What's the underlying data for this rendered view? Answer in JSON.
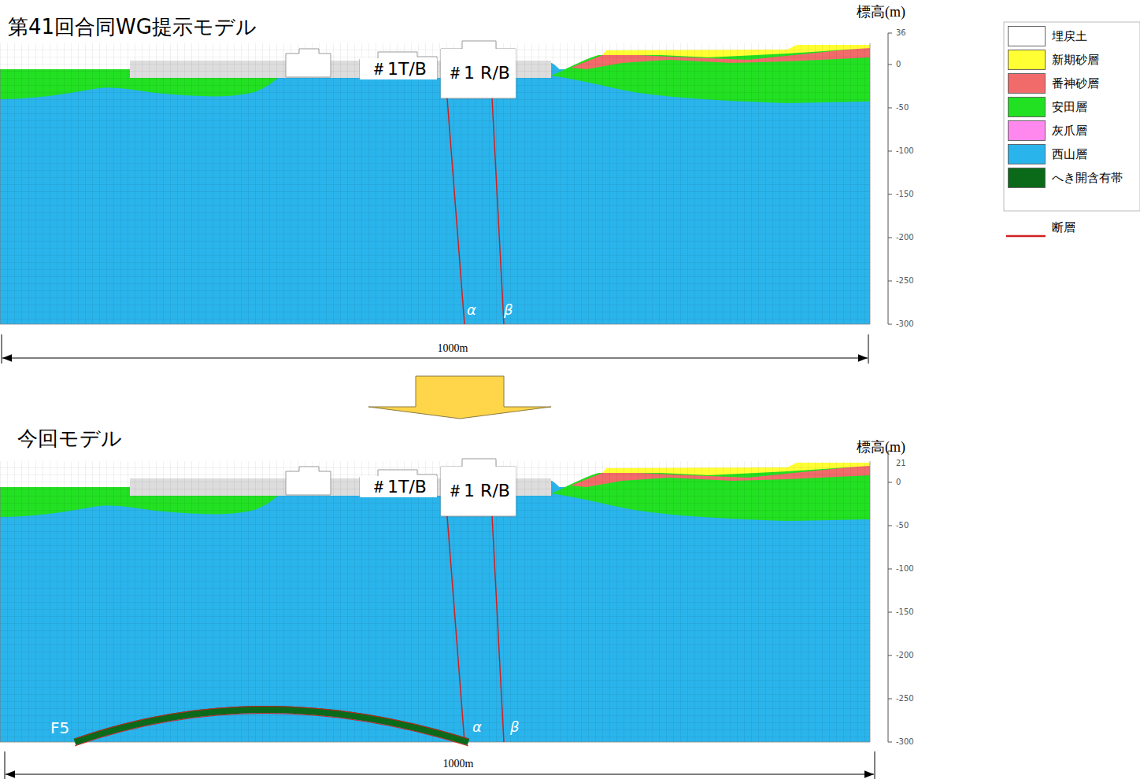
{
  "diagram": {
    "nodes": [
      {
        "text": [
          "＃1T/B"
        ]
      },
      {
        "text": [
          "＃1 R/B"
        ]
      },
      {
        "text": [
          "＃1T/B"
        ]
      },
      {
        "text": [
          "＃1 R/B"
        ]
      }
    ],
    "labels": [
      "第41回合同WG提示モデル",
      "標高(m)",
      "36",
      "0",
      "-50",
      "-100",
      "-150",
      "-200",
      "-250",
      "-300",
      "α",
      "β",
      "1000m",
      "今回モデル",
      "標高(m)",
      "21",
      "0",
      "-50",
      "-100",
      "-150",
      "-200",
      "-250",
      "-300",
      "F5",
      "α",
      "β",
      "1000m"
    ],
    "legend": [
      {
        "text": "埋戻土",
        "color": "#ffffff"
      },
      {
        "text": "新期砂層",
        "color": "#ffff33"
      },
      {
        "text": "番神砂層",
        "color": "#f26b6b"
      },
      {
        "text": "安田層",
        "color": "#22e022"
      },
      {
        "text": "灰爪層",
        "color": "#ff88ee"
      },
      {
        "text": "西山層",
        "color": "#2ab4ec"
      },
      {
        "text": "へき開含有帯",
        "color": "#0a6a1a"
      },
      {
        "text": "断層"
      }
    ]
  }
}
